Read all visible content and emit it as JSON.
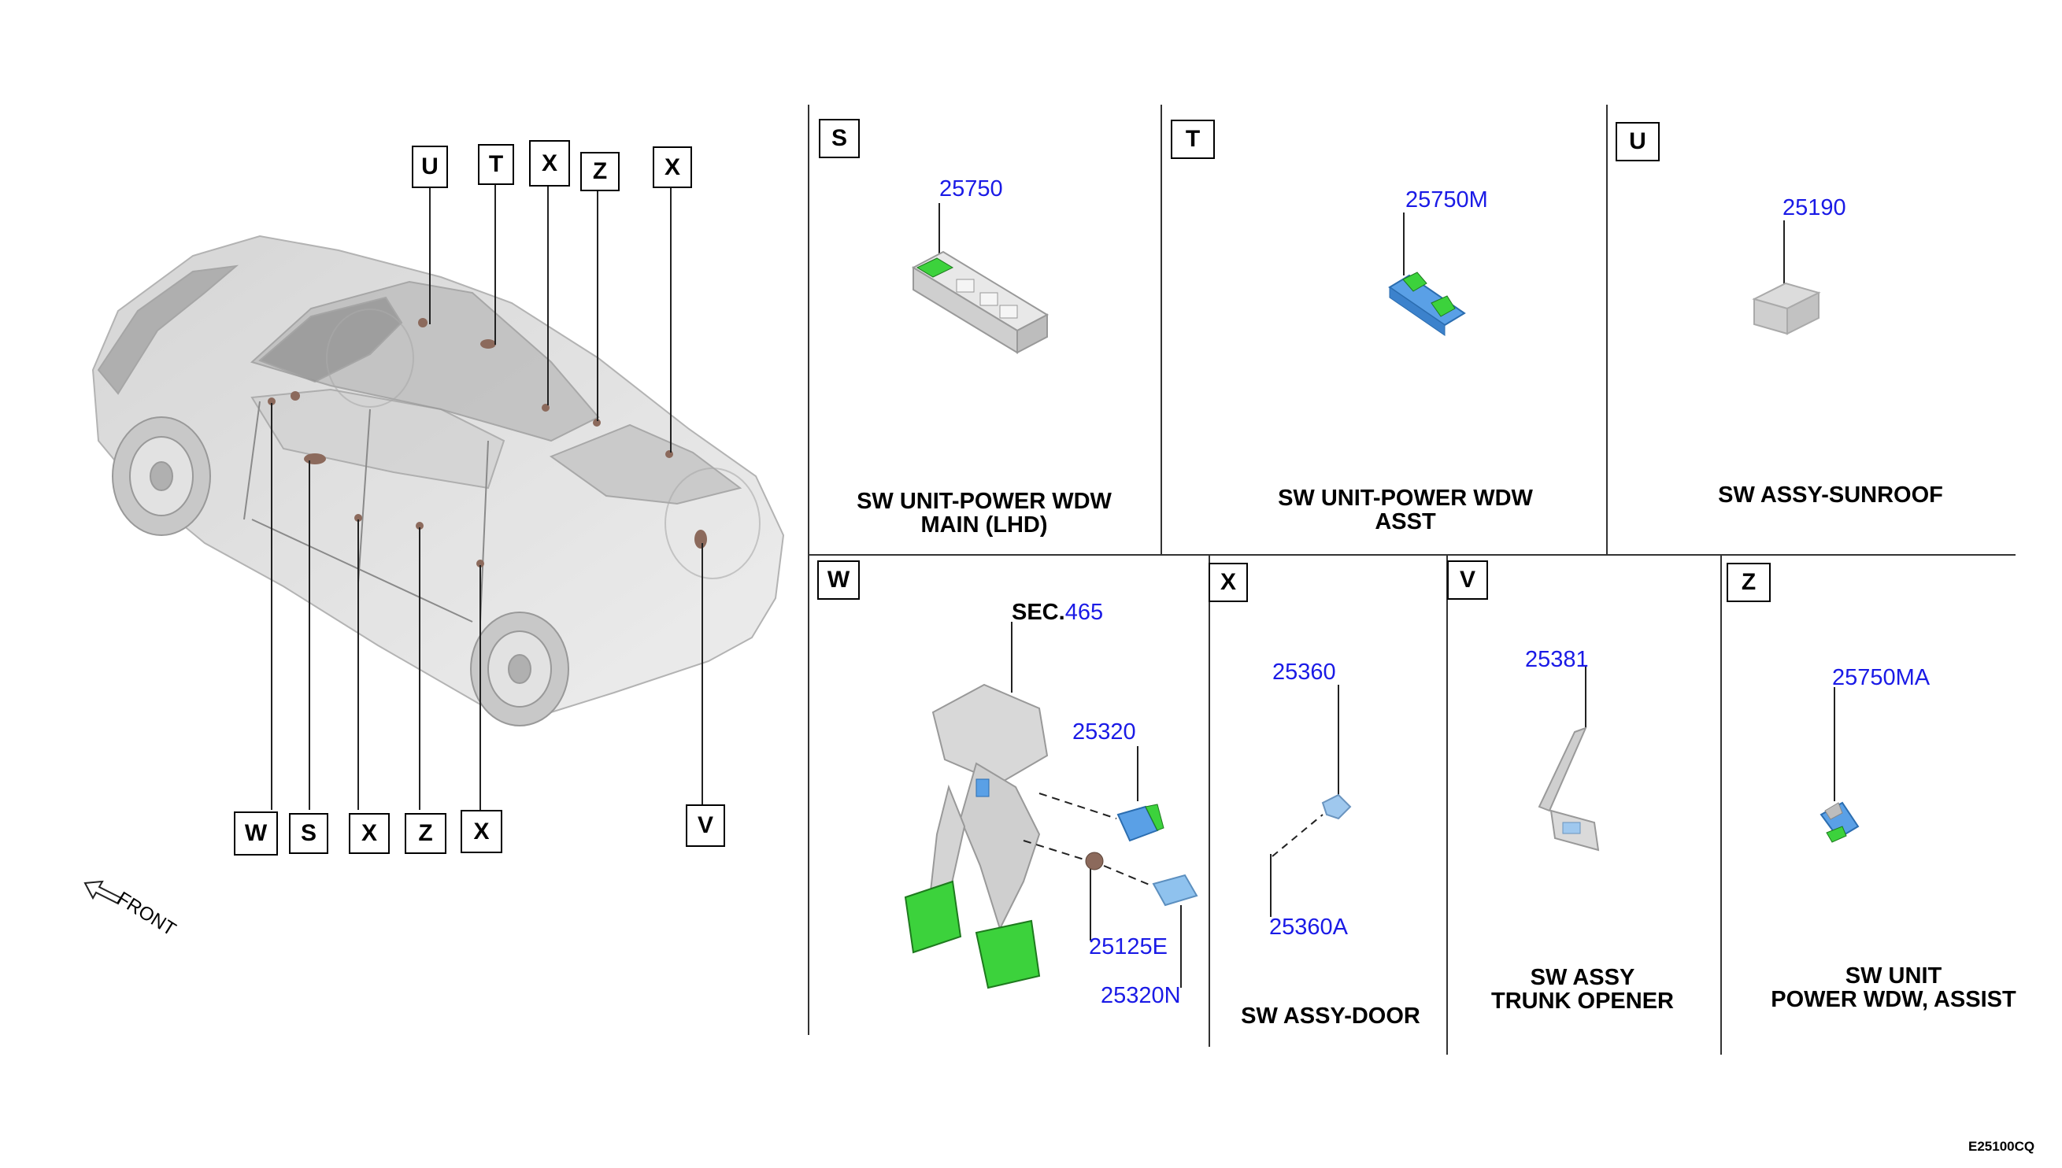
{
  "car_callouts_top": [
    "U",
    "T",
    "X",
    "Z",
    "X"
  ],
  "car_callouts_bottom": [
    "W",
    "S",
    "X",
    "Z",
    "X",
    "V"
  ],
  "front_label": "FRONT",
  "panels": {
    "S": {
      "letter": "S",
      "part_numbers": [
        "25750"
      ],
      "description": [
        "SW UNIT-POWER WDW",
        "MAIN (LHD)"
      ]
    },
    "T": {
      "letter": "T",
      "part_numbers": [
        "25750M"
      ],
      "description": [
        "SW UNIT-POWER WDW",
        "ASST"
      ]
    },
    "U": {
      "letter": "U",
      "part_numbers": [
        "25190"
      ],
      "description": [
        "SW ASSY-SUNROOF"
      ]
    },
    "W": {
      "letter": "W",
      "section_prefix": "SEC.",
      "section_number": "465",
      "part_numbers": [
        "25320",
        "25125E",
        "25320N"
      ]
    },
    "X": {
      "letter": "X",
      "part_numbers": [
        "25360",
        "25360A"
      ],
      "description": [
        "SW ASSY-DOOR"
      ]
    },
    "V": {
      "letter": "V",
      "part_numbers": [
        "25381"
      ],
      "description": [
        "SW ASSY",
        "TRUNK OPENER"
      ]
    },
    "Z": {
      "letter": "Z",
      "part_numbers": [
        "25750MA"
      ],
      "description": [
        "SW UNIT",
        "POWER WDW, ASSIST"
      ]
    }
  },
  "drawing_code": "E25100CQ",
  "colors": {
    "part_number": "#1a1ae6",
    "switch_green": "#3cd23c",
    "switch_blue": "#5aa0e6",
    "car_body": "#d9d9d9"
  }
}
